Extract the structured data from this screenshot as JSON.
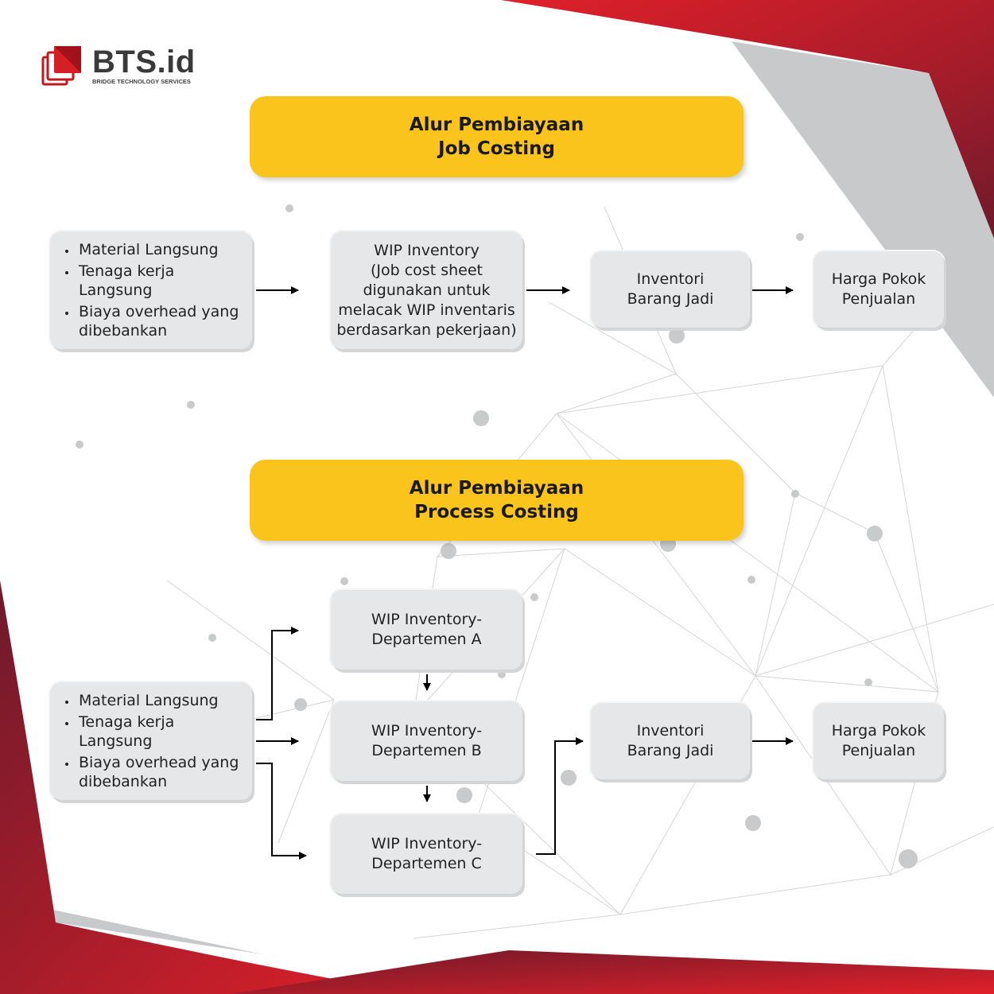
{
  "brand": {
    "name": "BTS",
    "suffix": ".id",
    "tagline": "BRIDGE TECHNOLOGY SERVICES",
    "logo_color": "#c4161c"
  },
  "colors": {
    "banner": "#fbc41d",
    "box": "#e6e7e8",
    "accent_red": "#c4161c",
    "accent_dark": "#7a1b2e"
  },
  "job_costing": {
    "title_line1": "Alur Pembiayaan",
    "title_line2": "Job Costing",
    "inputs": [
      "Material Langsung",
      "Tenaga kerja Langsung",
      "Biaya overhead yang dibebankan"
    ],
    "wip_lines": [
      "WIP Inventory",
      "(Job cost sheet",
      "digunakan untuk",
      "melacak WIP inventaris",
      "berdasarkan pekerjaan)"
    ],
    "finished_line1": "Inventori",
    "finished_line2": "Barang Jadi",
    "cogs_line1": "Harga Pokok",
    "cogs_line2": "Penjualan"
  },
  "process_costing": {
    "title_line1": "Alur Pembiayaan",
    "title_line2": "Process Costing",
    "inputs": [
      "Material Langsung",
      "Tenaga kerja Langsung",
      "Biaya overhead yang dibebankan"
    ],
    "departments": [
      {
        "line1": "WIP Inventory-",
        "line2": "Departemen A"
      },
      {
        "line1": "WIP Inventory-",
        "line2": "Departemen B"
      },
      {
        "line1": "WIP Inventory-",
        "line2": "Departemen C"
      }
    ],
    "finished_line1": "Inventori",
    "finished_line2": "Barang Jadi",
    "cogs_line1": "Harga Pokok",
    "cogs_line2": "Penjualan"
  }
}
